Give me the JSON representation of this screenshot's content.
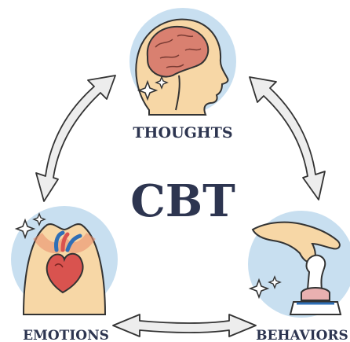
{
  "diagram": {
    "center_label": "CBT",
    "nodes": [
      {
        "id": "thoughts",
        "label": "THOUGHTS",
        "icon": "head-brain-icon"
      },
      {
        "id": "emotions",
        "label": "EMOTIONS",
        "icon": "heart-chest-icon"
      },
      {
        "id": "behaviors",
        "label": "BEHAVIORS",
        "icon": "hand-chess-knight-icon"
      }
    ],
    "edges": [
      {
        "from": "thoughts",
        "to": "emotions",
        "style": "double-headed-arrow"
      },
      {
        "from": "thoughts",
        "to": "behaviors",
        "style": "double-headed-arrow"
      },
      {
        "from": "emotions",
        "to": "behaviors",
        "style": "double-headed-arrow"
      }
    ],
    "colors": {
      "circle_fill": "#c8dff0",
      "text": "#2d3550",
      "arrow_fill": "#ededed",
      "arrow_stroke": "#333333",
      "skin": "#f7d7a6",
      "brain": "#d98070",
      "heart": "#d9534f",
      "vessel_blue": "#2f6fb6"
    }
  }
}
